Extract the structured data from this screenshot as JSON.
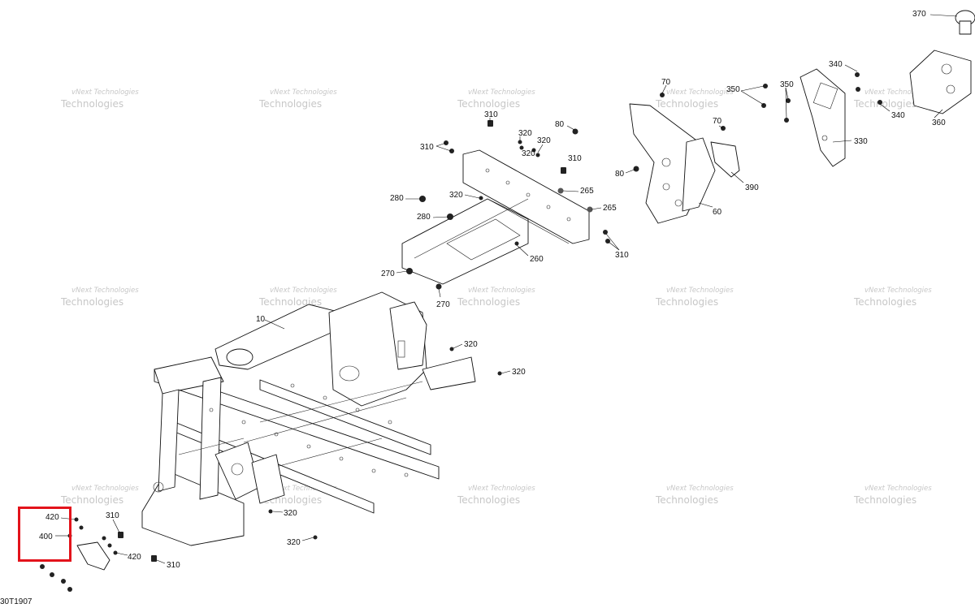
{
  "watermark": {
    "line1": "vNext Technologies",
    "line2": "Technologies"
  },
  "drawing_code": "30T1907",
  "callouts": {
    "c370": "370",
    "c340a": "340",
    "c340b": "340",
    "c70a": "70",
    "c350a": "350",
    "c350b": "350",
    "c310a": "310",
    "c320a": "320",
    "c80a": "80",
    "c310b": "310",
    "c320b": "320",
    "c320c": "320",
    "c310c": "310",
    "c360": "360",
    "c70b": "70",
    "c330": "330",
    "c80b": "80",
    "c390": "390",
    "c280a": "280",
    "c265a": "265",
    "c280b": "280",
    "c265b": "265",
    "c60": "60",
    "c310d": "310",
    "c260": "260",
    "c270a": "270",
    "c270b": "270",
    "c10": "10",
    "c320d": "320",
    "c320e": "320",
    "c420a": "420",
    "c310e": "310",
    "c400": "400",
    "c320f": "320",
    "c320g": "320",
    "c420b": "420",
    "c310f": "310"
  }
}
